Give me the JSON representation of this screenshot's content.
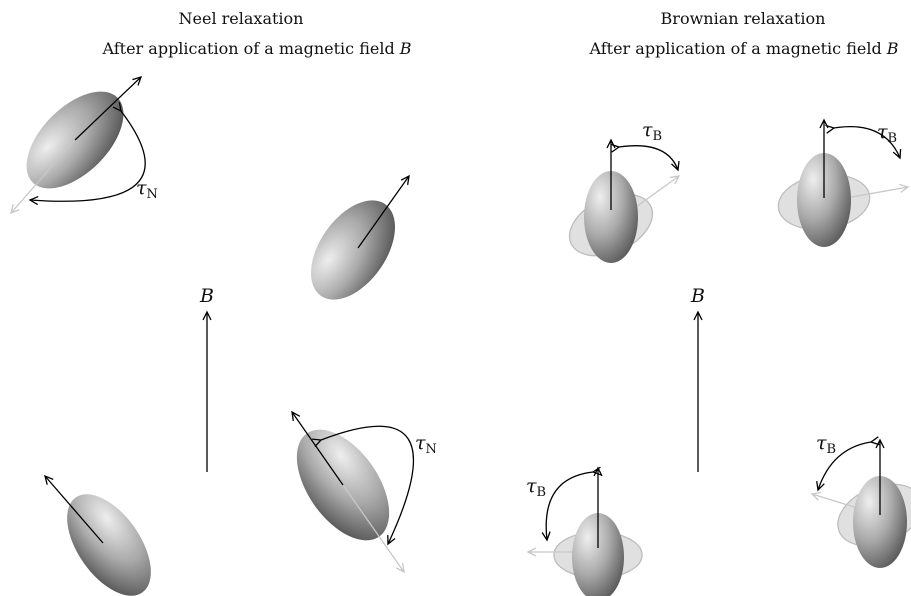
{
  "neel": {
    "title": "Neel relaxation",
    "subtitle_prefix": "After application of a magnetic field ",
    "field_symbol": "B",
    "tau_symbol": "τ",
    "tau_sub": "N",
    "field_label": "B"
  },
  "brownian": {
    "title": "Brownian relaxation",
    "subtitle_prefix": "After application of a magnetic field ",
    "field_symbol": "B",
    "tau_symbol": "τ",
    "tau_sub": "B",
    "field_label": "B"
  }
}
